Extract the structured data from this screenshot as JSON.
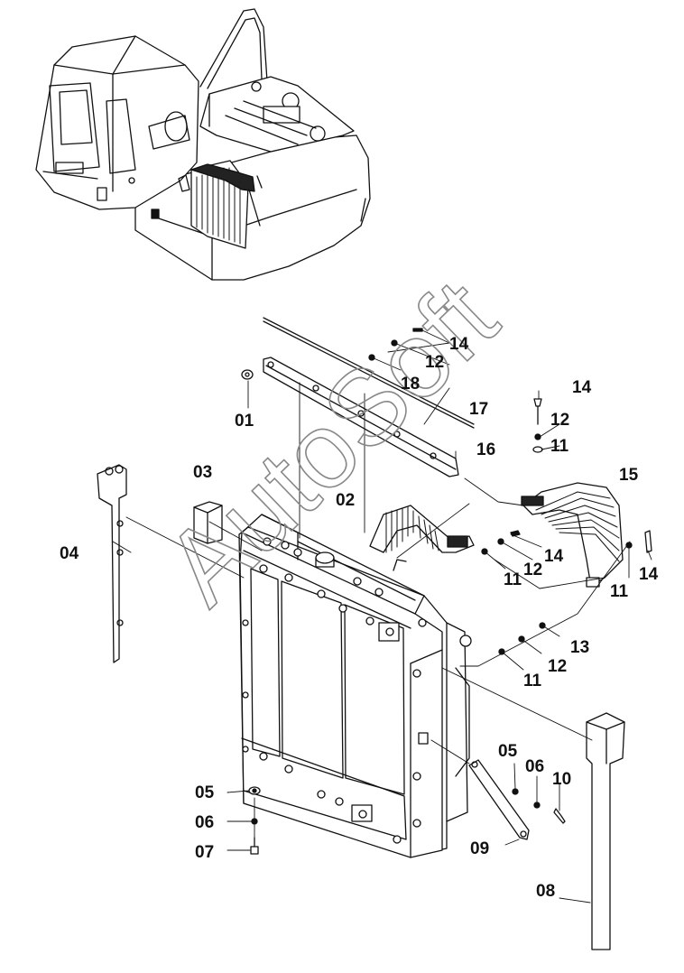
{
  "diagram": {
    "watermark": "AutoSoft",
    "callouts": [
      {
        "id": "c01",
        "label": "01"
      },
      {
        "id": "c02",
        "label": "02"
      },
      {
        "id": "c03",
        "label": "03"
      },
      {
        "id": "c04",
        "label": "04"
      },
      {
        "id": "c05a",
        "label": "05"
      },
      {
        "id": "c05b",
        "label": "05"
      },
      {
        "id": "c06a",
        "label": "06"
      },
      {
        "id": "c06b",
        "label": "06"
      },
      {
        "id": "c07",
        "label": "07"
      },
      {
        "id": "c08",
        "label": "08"
      },
      {
        "id": "c09",
        "label": "09"
      },
      {
        "id": "c10",
        "label": "10"
      },
      {
        "id": "c11a",
        "label": "11"
      },
      {
        "id": "c11b",
        "label": "11"
      },
      {
        "id": "c11c",
        "label": "11"
      },
      {
        "id": "c11d",
        "label": "11"
      },
      {
        "id": "c12a",
        "label": "12"
      },
      {
        "id": "c12b",
        "label": "12"
      },
      {
        "id": "c12c",
        "label": "12"
      },
      {
        "id": "c12d",
        "label": "12"
      },
      {
        "id": "c13",
        "label": "13"
      },
      {
        "id": "c14a",
        "label": "14"
      },
      {
        "id": "c14b",
        "label": "14"
      },
      {
        "id": "c14c",
        "label": "14"
      },
      {
        "id": "c14d",
        "label": "14"
      },
      {
        "id": "c15",
        "label": "15"
      },
      {
        "id": "c16",
        "label": "16"
      },
      {
        "id": "c17",
        "label": "17"
      },
      {
        "id": "c18",
        "label": "18"
      }
    ]
  }
}
